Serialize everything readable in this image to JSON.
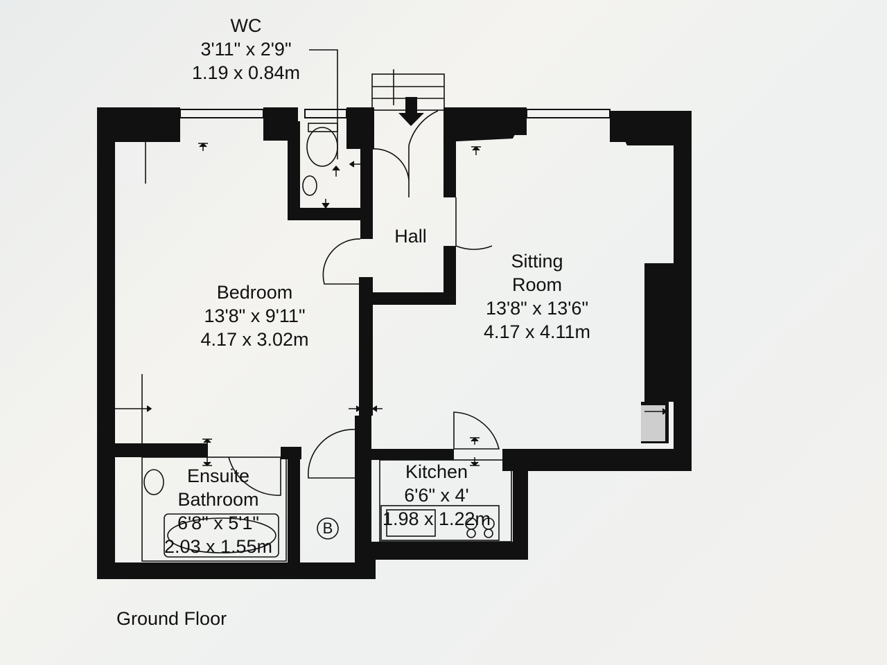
{
  "floor_label": "Ground Floor",
  "rooms": {
    "wc": {
      "name": "WC",
      "imperial": "3'11\" x 2'9\"",
      "metric": "1.19 x 0.84m"
    },
    "hall": {
      "name": "Hall"
    },
    "bedroom": {
      "name": "Bedroom",
      "imperial": "13'8\" x 9'11\"",
      "metric": "4.17 x 3.02m"
    },
    "sitting_room": {
      "name_line1": "Sitting",
      "name_line2": "Room",
      "imperial": "13'8\" x 13'6\"",
      "metric": "4.17 x 4.11m"
    },
    "ensuite": {
      "name_line1": "Ensuite",
      "name_line2": "Bathroom",
      "imperial": "6'8\" x 5'1\"",
      "metric": "2.03 x 1.55m"
    },
    "kitchen": {
      "name": "Kitchen",
      "imperial": "6'6\" x 4'",
      "metric": "1.98 x 1.22m"
    }
  },
  "boiler_symbol": "B",
  "colors": {
    "wall": "#111111",
    "background": "#f2f2f0",
    "text": "#111111"
  }
}
